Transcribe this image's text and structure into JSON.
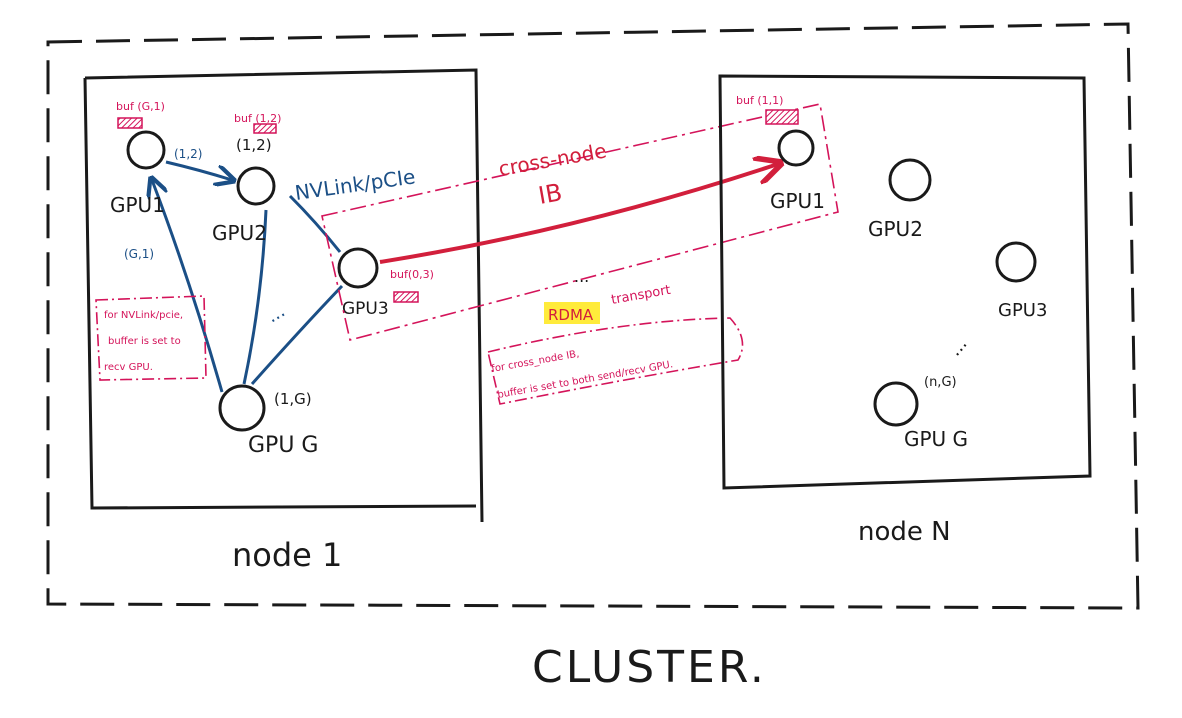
{
  "cluster": {
    "label": "CLUSTER."
  },
  "node1": {
    "label": "node 1",
    "gpus": {
      "gpu1": {
        "label": "GPU1",
        "buf": "buf (G,1)"
      },
      "gpu2": {
        "label": "GPU2",
        "buf": "buf (1,2)",
        "coord": "(1,2)"
      },
      "gpu3": {
        "label": "GPU3",
        "buf": "buf(0,3)"
      },
      "gpug": {
        "label": "GPU G",
        "coord": "(1,G)"
      }
    },
    "edge_labels": {
      "e12": "(1,2)",
      "eg1": "(G,1)",
      "ellipsis": "..."
    },
    "link_label": "NVLink/pCIe",
    "note": [
      "for NVLink/pcie,",
      "buffer is set to",
      "recv GPU."
    ]
  },
  "nodeN": {
    "label": "node N",
    "gpus": {
      "gpu1": {
        "label": "GPU1",
        "buf": "buf (1,1)"
      },
      "gpu2": {
        "label": "GPU2"
      },
      "gpu3": {
        "label": "GPU3"
      },
      "gpug": {
        "label": "GPU G",
        "coord": "(n,G)"
      }
    },
    "ellipsis": "..."
  },
  "crossnode": {
    "title": "cross-node",
    "link": "IB",
    "ellipsis": "...",
    "rdma_prefix": "RDMA",
    "rdma_suffix": "transport",
    "note": [
      "for cross_node IB,",
      "buffer is set to both send/recv GPU."
    ]
  },
  "colors": {
    "ink": "#1a1a1a",
    "blue": "#1b4f86",
    "red": "#d21f3c",
    "pink": "#d4145a",
    "highlight": "#ffeb3b"
  }
}
